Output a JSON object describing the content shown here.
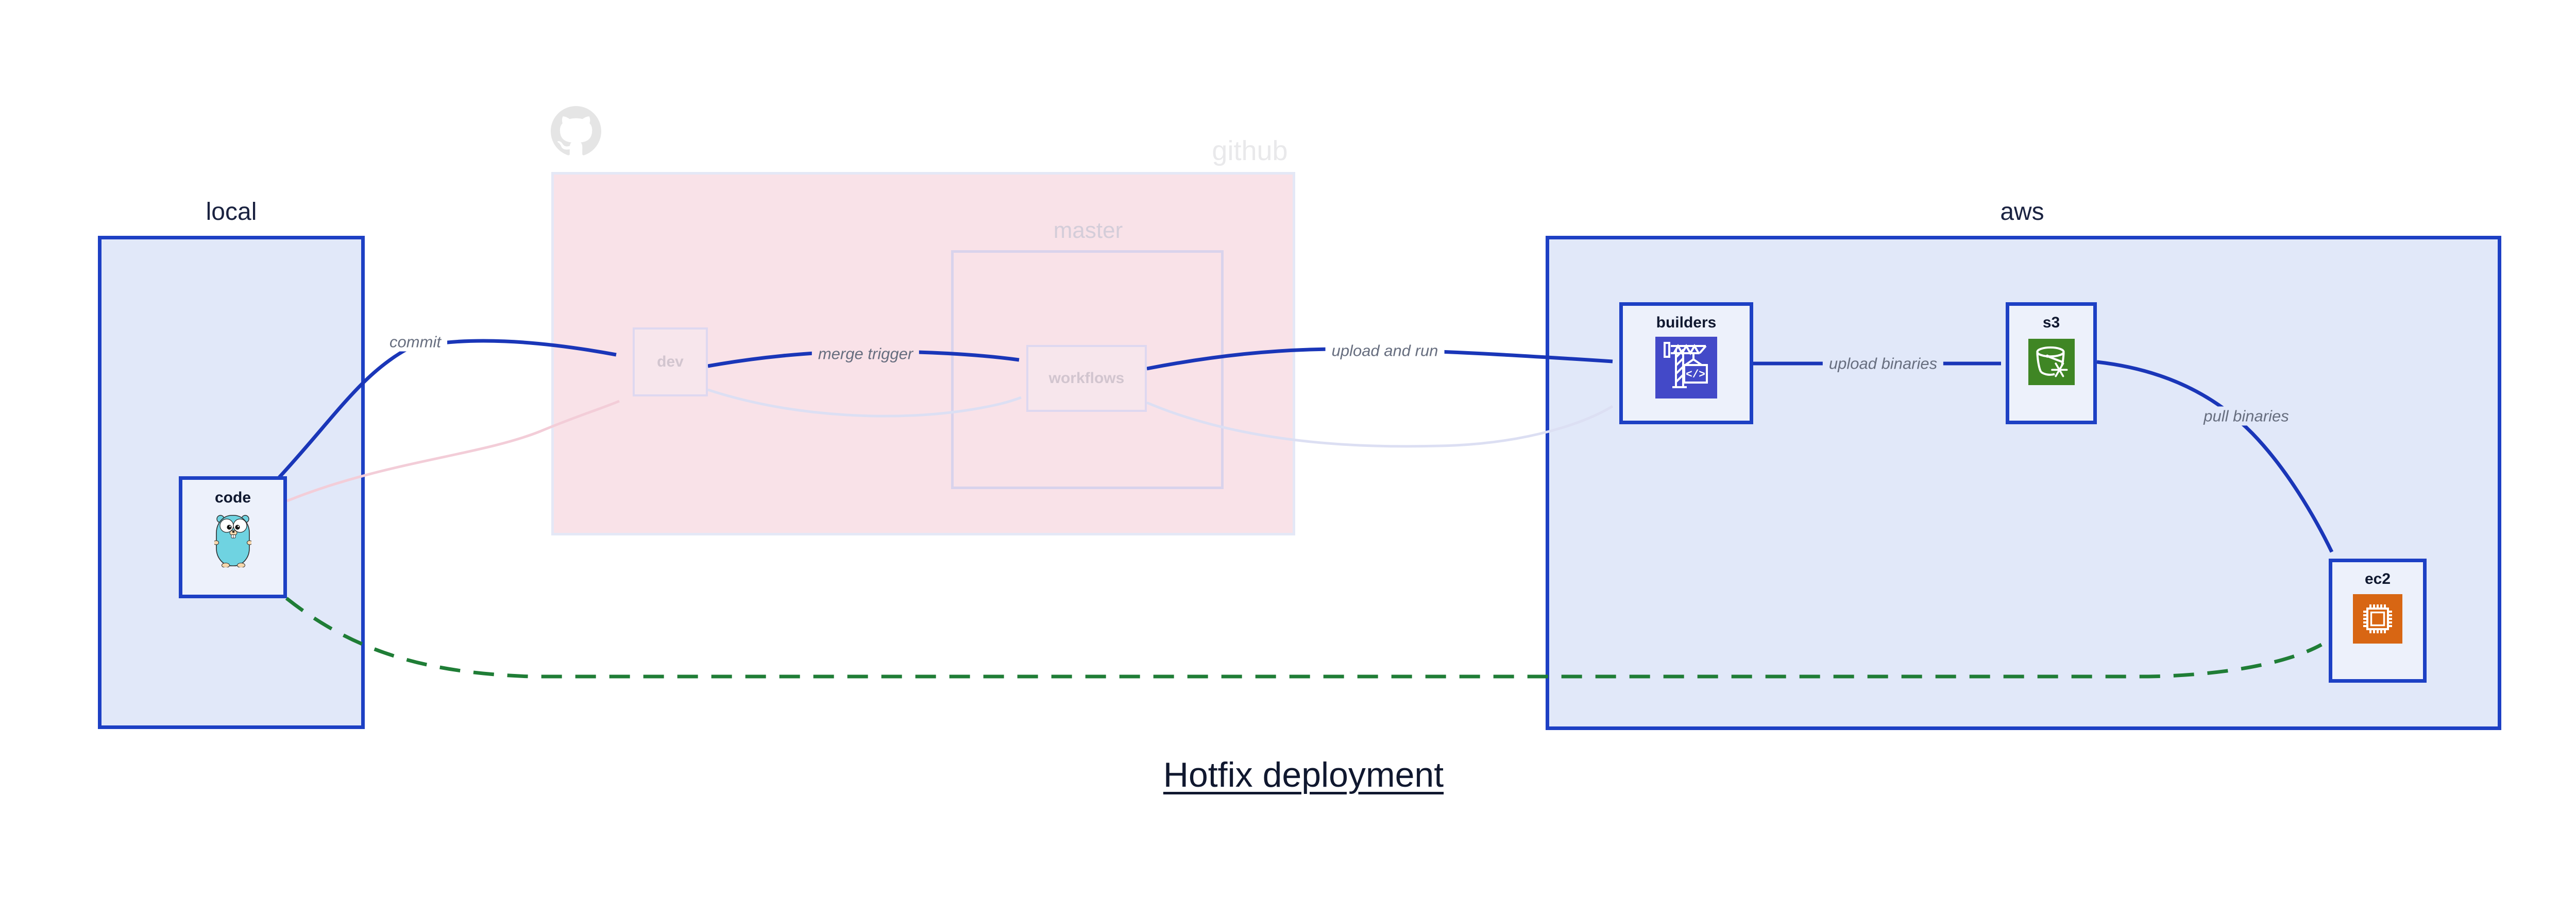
{
  "title": "Hotfix deployment",
  "clusters": {
    "local": {
      "label": "local"
    },
    "github": {
      "label": "github"
    },
    "master": {
      "label": "master"
    },
    "aws": {
      "label": "aws"
    }
  },
  "nodes": {
    "code": {
      "label": "code",
      "icon": "go-gopher-icon"
    },
    "dev": {
      "label": "dev"
    },
    "workflows": {
      "label": "workflows"
    },
    "builders": {
      "label": "builders",
      "icon": "aws-codebuild-crane-icon"
    },
    "s3": {
      "label": "s3",
      "icon": "aws-s3-glacier-bucket-icon"
    },
    "ec2": {
      "label": "ec2",
      "icon": "aws-ec2-chip-icon"
    }
  },
  "edges": {
    "commit": {
      "label": "commit",
      "from": "code",
      "to": "dev",
      "style": "solid-blue"
    },
    "merge_trigger": {
      "label": "merge trigger",
      "from": "dev",
      "to": "workflows",
      "style": "solid-blue"
    },
    "upload_and_run": {
      "label": "upload and run",
      "from": "workflows",
      "to": "builders",
      "style": "solid-blue"
    },
    "upload_binaries": {
      "label": "upload binaries",
      "from": "builders",
      "to": "s3",
      "style": "solid-blue"
    },
    "pull_binaries": {
      "label": "pull binaries",
      "from": "s3",
      "to": "ec2",
      "style": "solid-blue"
    },
    "code_to_dev_faded": {
      "label": "",
      "from": "code",
      "to": "dev",
      "style": "faded-pink"
    },
    "dev_to_workflows_faded": {
      "label": "",
      "from": "dev",
      "to": "workflows",
      "style": "faded-lavender"
    },
    "workflows_to_builders_faded": {
      "label": "",
      "from": "workflows",
      "to": "builders",
      "style": "faded-lavender"
    },
    "code_to_ec2_dashed": {
      "label": "",
      "from": "code",
      "to": "ec2",
      "style": "dashed-green"
    }
  },
  "colors": {
    "blue_border": "#1d40c4",
    "blue_edge": "#1a36b8",
    "cluster_blue_fill": "#e1e8f9",
    "node_fill": "#edf1fb",
    "pink_fill": "#f9e2e8",
    "pink_border": "#e4e8f6",
    "master_border": "#d9d3ec",
    "faded_node_fill": "#f7e6ec",
    "faded_node_border": "#ded8f0",
    "faded_node_text": "#d2c5cf",
    "faded_master_text": "#d4cdd9",
    "ghost_text": "#e9e9eb",
    "ghost_logo": "#e5e5e5",
    "pink_edge": "#f3cdd8",
    "lavender_edge": "#dcdff3",
    "green_edge": "#1f7d36",
    "label_text": "#676e7f",
    "dark_text": "#10182f",
    "cluster_label_text": "#1a2240",
    "codebuild_bg": "#4349c8",
    "s3_glacier_bg": "#3f8624",
    "ec2_bg": "#d86613",
    "gopher_body": "#6fd3e1",
    "gopher_skin": "#f6d7ac"
  }
}
